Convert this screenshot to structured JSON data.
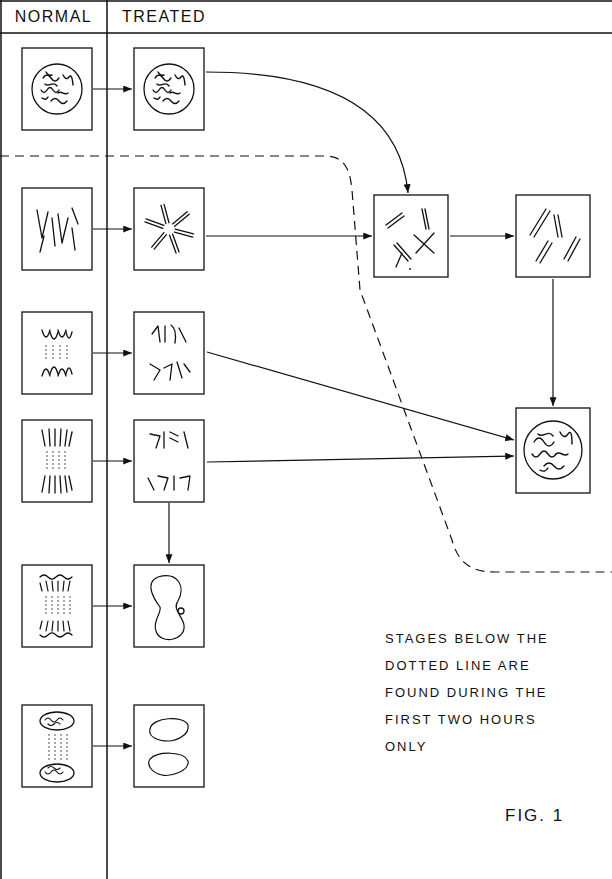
{
  "diagram": {
    "labels": [
      "NORMAL",
      "TREATED",
      "STAGES BELOW THE DOTTED LINE ARE FOUND DURING THE FIRST TWO HOURS ONLY",
      "FIG. 1"
    ]
  }
}
